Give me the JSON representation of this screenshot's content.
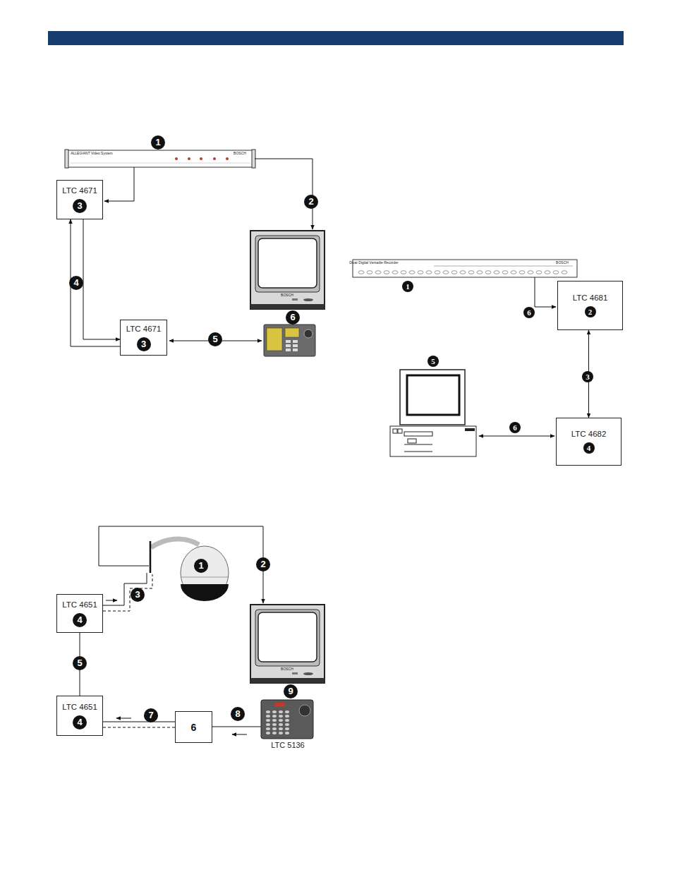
{
  "diagram": {
    "nodes": [
      {
        "text": [
          "LTC 4671",
          "3"
        ]
      },
      {
        "text": [
          "LTC 4671",
          "3"
        ]
      },
      {
        "text": [
          "LTC 4681",
          "2"
        ]
      },
      {
        "text": [
          "LTC 4682",
          "4"
        ]
      },
      {
        "text": [
          "LTC 4651",
          "4"
        ]
      },
      {
        "text": [
          "LTC 4651",
          "4"
        ]
      },
      {
        "text": [
          "6"
        ]
      }
    ],
    "edges": [
      {
        "from": 0,
        "to": 1,
        "arrow": "to"
      },
      {
        "from": 1,
        "to": 0,
        "arrow": "to"
      },
      {
        "from": 2,
        "to": 3,
        "arrow": "both"
      },
      {
        "from": 4,
        "to": 5,
        "arrow": "none"
      },
      {
        "from": 6,
        "to": 5,
        "arrow": "none"
      }
    ],
    "labels": [
      "1",
      "ALLEGIANT Video System",
      "BOSCH",
      "2",
      "BOSCH",
      "4",
      "5",
      "6",
      "1",
      "Divar Digital Versatile Recorder",
      "BOSCH",
      "6",
      "3",
      "5",
      "6",
      "1",
      "2",
      "3",
      "BOSCH",
      "5",
      "7",
      "8",
      "9",
      "LTC 5136"
    ]
  }
}
